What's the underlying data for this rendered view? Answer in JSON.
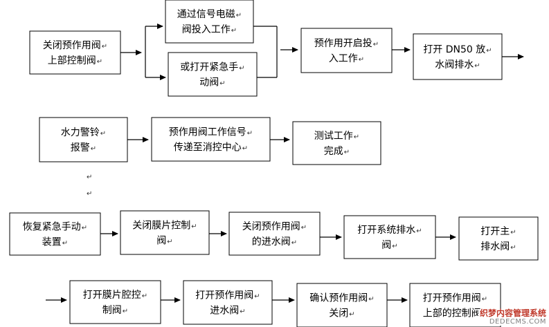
{
  "para_mark": "↵",
  "boxes": [
    {
      "id": "r1a",
      "lines": [
        "关闭预作用阀",
        "上部控制阀"
      ]
    },
    {
      "id": "r1b",
      "lines": [
        "通过信号电磁",
        "阀投入工作"
      ]
    },
    {
      "id": "r1c",
      "lines": [
        "或打开紧急手",
        "动阀"
      ]
    },
    {
      "id": "r1d",
      "lines": [
        "预作用开启投",
        "入工作"
      ]
    },
    {
      "id": "r1e",
      "lines": [
        "打开 DN50 放",
        "水阀排水"
      ]
    },
    {
      "id": "r2a",
      "lines": [
        "水力警铃",
        "报警"
      ]
    },
    {
      "id": "r2b",
      "lines": [
        "预作用阀工作信号",
        "传递至消控中心"
      ]
    },
    {
      "id": "r2c",
      "lines": [
        "测试工作",
        "完成"
      ]
    },
    {
      "id": "r3a",
      "lines": [
        "恢复紧急手动",
        "装置"
      ]
    },
    {
      "id": "r3b",
      "lines": [
        "关闭膜片控制",
        "阀"
      ]
    },
    {
      "id": "r3c",
      "lines": [
        "关闭预作用阀",
        "的进水阀"
      ]
    },
    {
      "id": "r3d",
      "lines": [
        "打开系统排水",
        "阀"
      ]
    },
    {
      "id": "r3e",
      "lines": [
        "打开主",
        "排水阀"
      ]
    },
    {
      "id": "r4a",
      "lines": [
        "打开膜片腔控",
        "制阀"
      ]
    },
    {
      "id": "r4b",
      "lines": [
        "打开预作用阀",
        "进水阀"
      ]
    },
    {
      "id": "r4c",
      "lines": [
        "确认预作用阀",
        "关闭"
      ]
    },
    {
      "id": "r4d",
      "lines": [
        "打开预作用阀",
        "上部的控制阀"
      ]
    }
  ],
  "watermark": {
    "line1": "织梦内容管理系统",
    "line2": "DEDECMS.COM"
  }
}
